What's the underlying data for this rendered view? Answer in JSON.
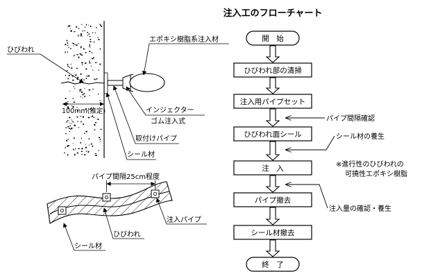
{
  "title": "注入工のフローチャート",
  "flow": {
    "steps": [
      {
        "label": "開　始",
        "shape": "terminal"
      },
      {
        "label": "ひびわれ部の清掃",
        "shape": "process"
      },
      {
        "label": "注入用パイプセット",
        "shape": "process"
      },
      {
        "label": "ひびわれ面シール",
        "shape": "process"
      },
      {
        "label": "注　入",
        "shape": "process"
      },
      {
        "label": "パイプ撤去",
        "shape": "process"
      },
      {
        "label": "シール材撤去",
        "shape": "process"
      },
      {
        "label": "終　了",
        "shape": "terminal"
      }
    ],
    "side_notes": [
      {
        "label": "パイプ間隔確認"
      },
      {
        "label": "シール材の養生"
      },
      {
        "label": "注入量の確認・養生"
      }
    ],
    "remark_line1": "※進行性のひびわれの",
    "remark_line2": "可撓性エポキシ樹脂"
  },
  "section": {
    "crack": "ひびわれ",
    "resin": "エポキシ樹脂系注入材",
    "injector": "インジェクター",
    "rubber": "ゴム注入式",
    "pipe": "取付けパイプ",
    "seal": "シール材",
    "depth": "100mm(推定)"
  },
  "plan": {
    "spacing": "パイプ間隔25cm程度",
    "crack": "ひびわれ",
    "pipe": "注入パイプ",
    "seal": "シール材"
  }
}
